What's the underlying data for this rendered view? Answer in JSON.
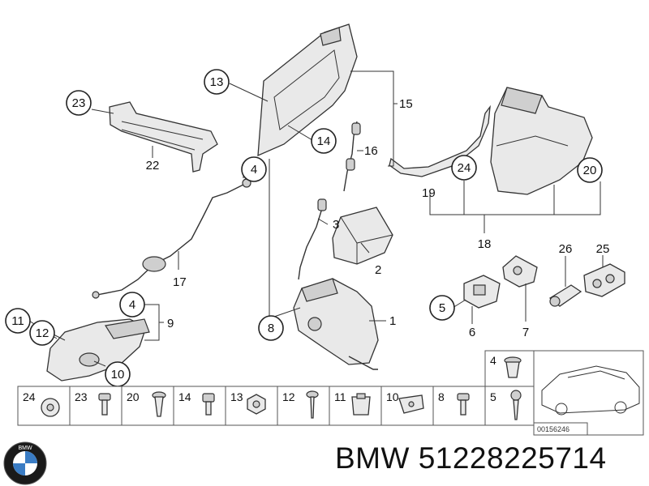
{
  "callouts": {
    "c1": "1",
    "c2": "2",
    "c3": "3",
    "c4a": "4",
    "c4b": "4",
    "c5": "5",
    "c6": "6",
    "c7": "7",
    "c8": "8",
    "c9": "9",
    "c10": "10",
    "c11": "11",
    "c12": "12",
    "c13": "13",
    "c14": "14",
    "c15": "15",
    "c16": "16",
    "c17": "17",
    "c18": "18",
    "c19": "19",
    "c20": "20",
    "c22": "22",
    "c23": "23",
    "c24": "24",
    "c25": "25",
    "c26": "26"
  },
  "small_parts": [
    "24",
    "23",
    "20",
    "14",
    "13",
    "12",
    "11",
    "10",
    "8",
    "5"
  ],
  "small_parts_upper": "4",
  "car_box_code": "00156246",
  "footer": {
    "brand_text": "BMW 51228225714",
    "logo_letters": "BMW"
  },
  "colors": {
    "line": "#333333",
    "part_fill": "#e9e9e9"
  }
}
